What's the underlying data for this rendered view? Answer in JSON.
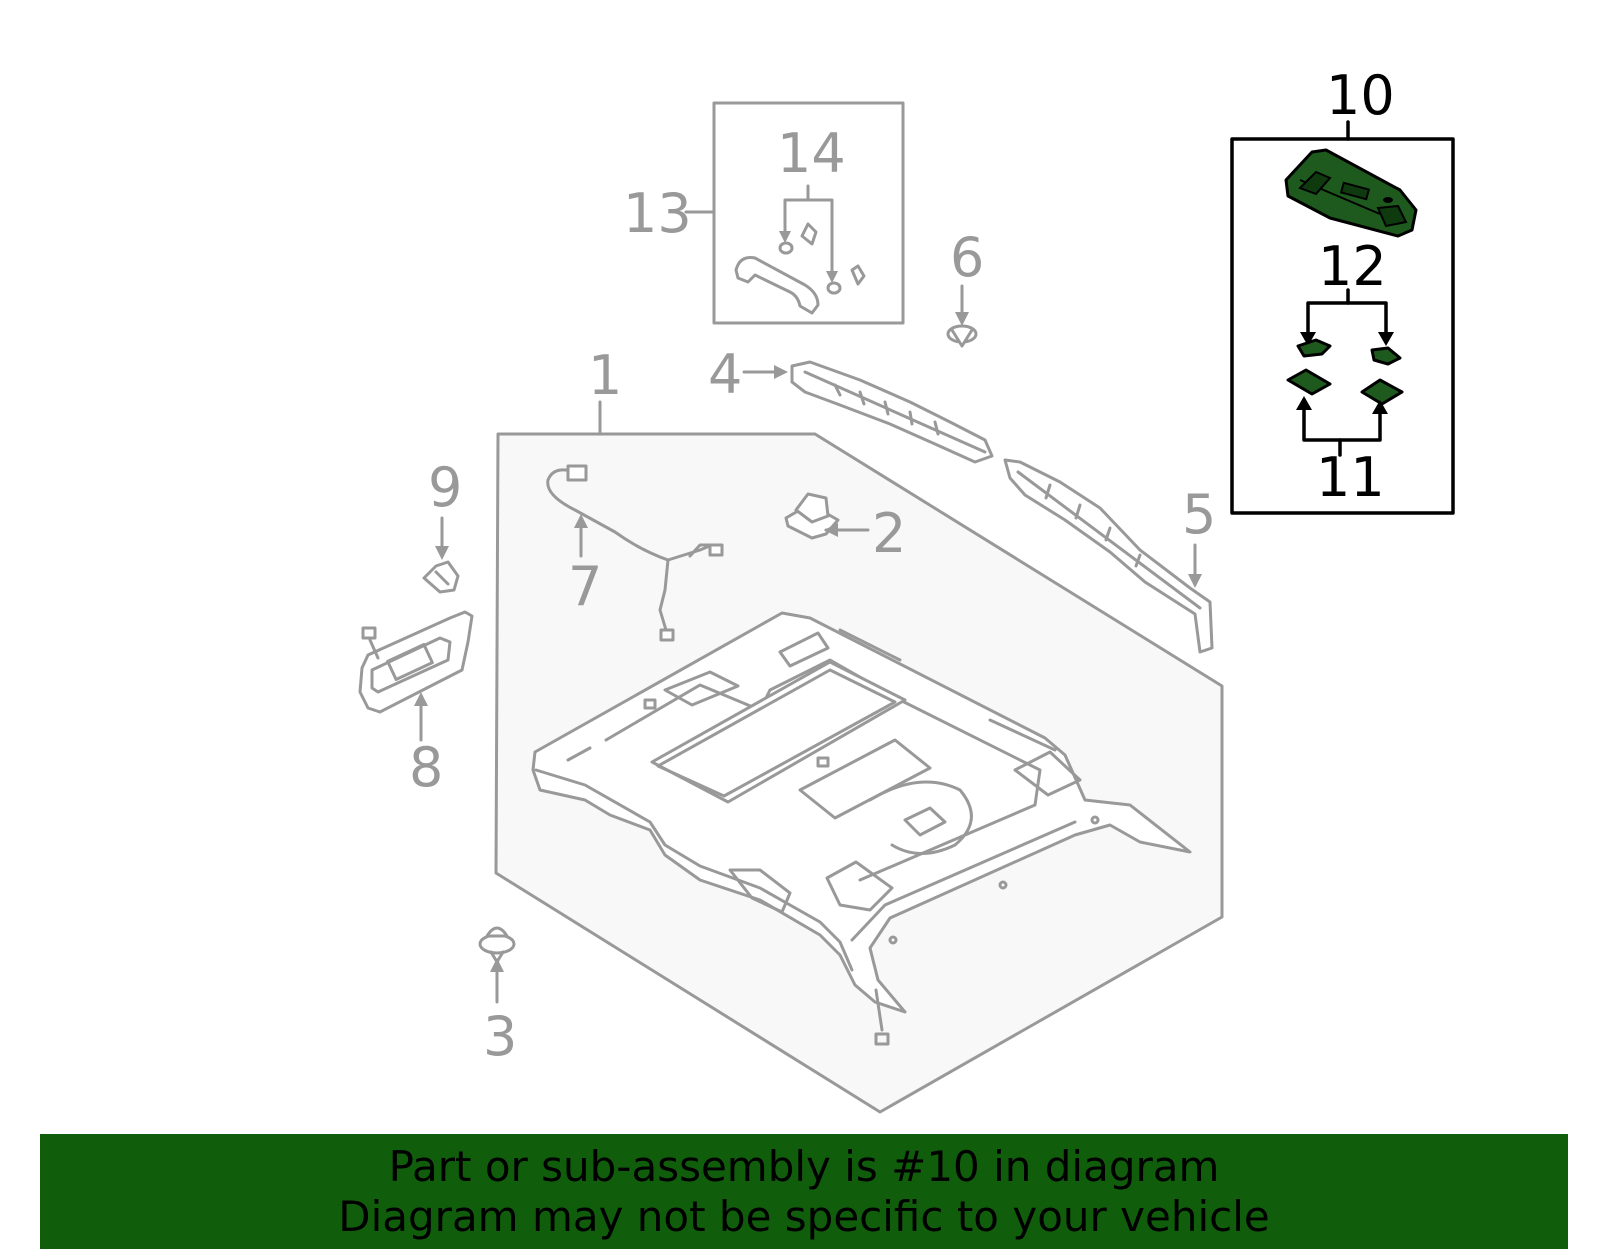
{
  "labels": {
    "p1": "1",
    "p2": "2",
    "p3": "3",
    "p4": "4",
    "p5": "5",
    "p6": "6",
    "p7": "7",
    "p8": "8",
    "p9": "9",
    "p10": "10",
    "p11": "11",
    "p12": "12",
    "p13": "13",
    "p14": "14"
  },
  "highlight": {
    "part": "10",
    "fill_color": "#1e5a1e",
    "box_color": "#000000"
  },
  "banner": {
    "line1": "Part or sub-assembly is #10 in diagram",
    "line2": "Diagram may not be specific to your vehicle",
    "background": "#105e0c"
  }
}
